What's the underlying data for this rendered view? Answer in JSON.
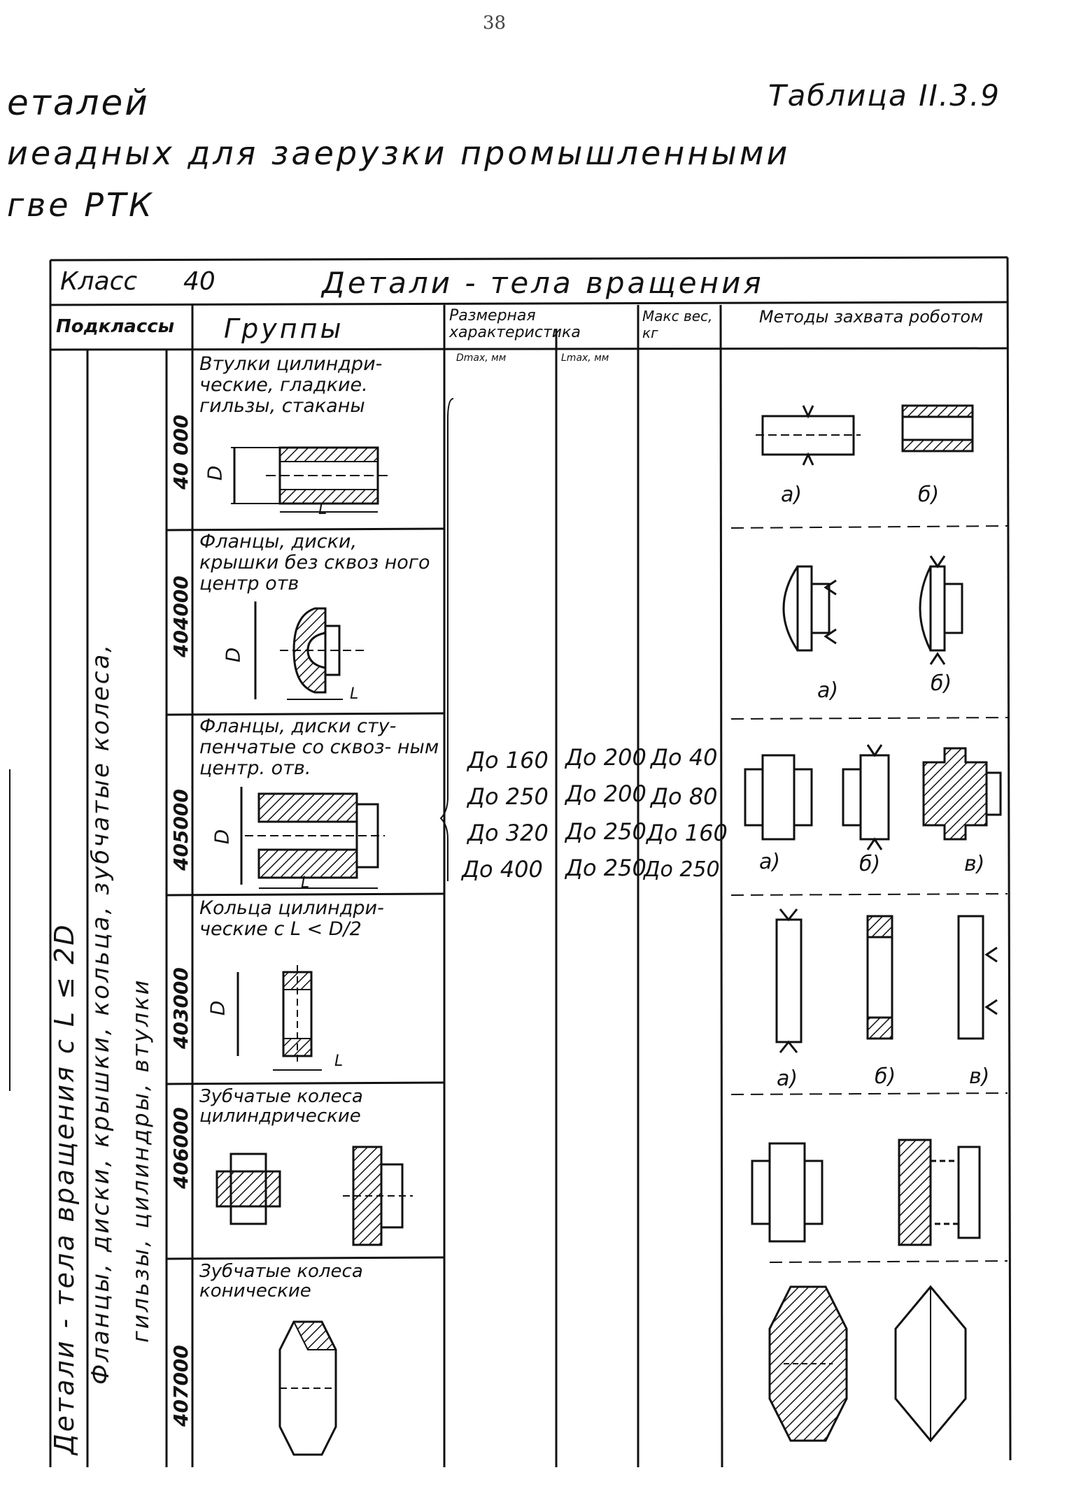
{
  "page_number": "38",
  "heading": {
    "line1": "еталей",
    "line2": "иеадных   для  заерузки   промышленными",
    "line3": "гве  РТК",
    "table_label": "Таблица II.3.9"
  },
  "table": {
    "class_label": "Класс",
    "class_number": "40",
    "class_title": "Детали - тела вращения",
    "col_subclasses": "Подклассы",
    "col_groups": "Группы",
    "col_size": "Размерная характеристика",
    "col_size_dmax": "Dmax, мм",
    "col_size_lmax": "Lmax, мм",
    "col_weight": "Макс вес, кг",
    "col_methods": "Методы захвата роботом",
    "subclass_vertical_1": "Детали - тела вращения  с L ≤ 2D",
    "subclass_vertical_2": "Фланцы, диски, крышки, кольца, зубчатые колеса,",
    "subclass_vertical_3": "гильзы, цилиндры, втулки",
    "rows": [
      {
        "code": "40 000",
        "group": "Втулки цилиндри- ческие, гладкие. гильзы, стаканы",
        "dim_D": "D",
        "dim_L": "L",
        "method_labels": [
          "а)",
          "б)"
        ]
      },
      {
        "code": "404000",
        "group": "Фланцы, диски, крышки без сквоз ного центр отв",
        "dim_D": "D",
        "dim_L": "L",
        "method_labels": [
          "а)",
          "б)"
        ]
      },
      {
        "code": "405000",
        "group": "Фланцы, диски сту- пенчатые со сквоз- ным центр. отв.",
        "dim_D": "D",
        "dim_L": "L",
        "method_labels": [
          "а)",
          "б)",
          "в)"
        ]
      },
      {
        "code": "403000",
        "group": "Кольца цилиндри- ческие с L < D/2",
        "dim_D": "D",
        "dim_L": "L",
        "method_labels": [
          "а)",
          "б)",
          "в)"
        ]
      },
      {
        "code": "406000",
        "group": "Зубчатые колеса цилиндрические",
        "method_labels": []
      },
      {
        "code": "407000",
        "group": "Зубчатые колеса конические",
        "method_labels": []
      }
    ],
    "size_values": [
      {
        "dmax": "До 160",
        "lmax": "До 200",
        "weight": "До 40"
      },
      {
        "dmax": "До 250",
        "lmax": "До 200",
        "weight": "До 80"
      },
      {
        "dmax": "До 320",
        "lmax": "До 250",
        "weight": "До 160"
      },
      {
        "dmax": "До 400",
        "lmax": "До 250",
        "weight": "До 250"
      }
    ]
  }
}
